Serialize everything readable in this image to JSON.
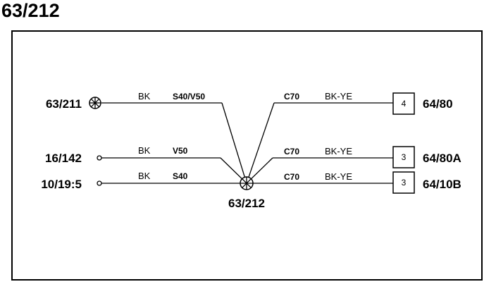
{
  "title": "63/212",
  "splice_label": "63/212",
  "left_components": [
    {
      "id": "63/211",
      "type": "ground-symbol"
    },
    {
      "id": "16/142",
      "type": "open-terminal"
    },
    {
      "id": "10/19:5",
      "type": "open-terminal"
    }
  ],
  "left_wires": [
    {
      "color": "BK",
      "variant": "S40/V50"
    },
    {
      "color": "BK",
      "variant": "V50"
    },
    {
      "color": "BK",
      "variant": "S40"
    }
  ],
  "right_wires": [
    {
      "variant": "C70",
      "color": "BK-YE"
    },
    {
      "variant": "C70",
      "color": "BK-YE"
    },
    {
      "variant": "C70",
      "color": "BK-YE"
    }
  ],
  "right_components": [
    {
      "pin": "4",
      "id": "64/80"
    },
    {
      "pin": "3",
      "id": "64/80A"
    },
    {
      "pin": "3",
      "id": "64/10B"
    }
  ]
}
